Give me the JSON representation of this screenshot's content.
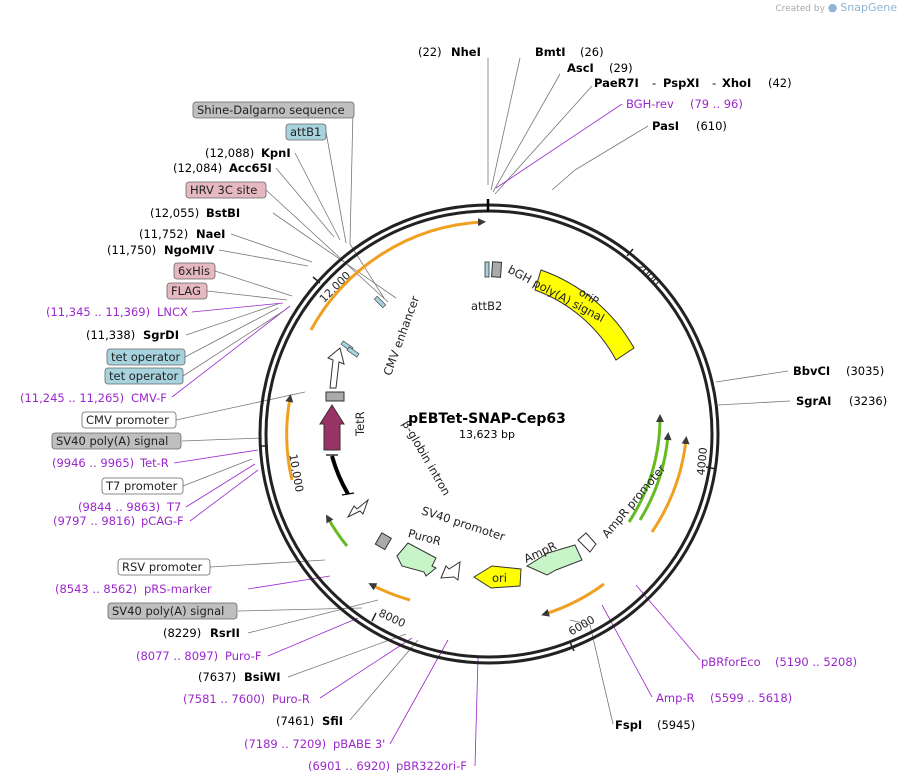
{
  "watermark": {
    "prefix": "Created by",
    "brand": "SnapGene"
  },
  "plasmid": {
    "name": "pEBTet-SNAP-Cep63",
    "size": "13,623 bp"
  },
  "ticks": [
    "2000",
    "4000",
    "6000",
    "8000",
    "10,000",
    "12,000"
  ],
  "sites": [
    {
      "pos": "(22)",
      "name": "NheI"
    },
    {
      "pos": "(26)",
      "name": "BmtI"
    },
    {
      "pos": "(29)",
      "name": "AscI"
    },
    {
      "name": "PaeR7I"
    },
    {
      "name": "PspXI"
    },
    {
      "name": "XhoI",
      "pos": "(42)"
    },
    {
      "name": "BGH-rev",
      "pos": "(79 .. 96)"
    },
    {
      "name": "PasI",
      "pos": "(610)"
    },
    {
      "name": "BbvCI",
      "pos": "(3035)"
    },
    {
      "name": "SgrAI",
      "pos": "(3236)"
    },
    {
      "name": "pBRforEco",
      "pos": "(5190 .. 5208)"
    },
    {
      "name": "Amp-R",
      "pos": "(5599 .. 5618)"
    },
    {
      "name": "FspI",
      "pos": "(5945)"
    },
    {
      "pos": "(6901 .. 6920)",
      "name": "pBR322ori-F"
    },
    {
      "pos": "(7189 .. 7209)",
      "name": "pBABE 3'"
    },
    {
      "pos": "(7461)",
      "name": "SfiI"
    },
    {
      "pos": "(7581 .. 7600)",
      "name": "Puro-R"
    },
    {
      "pos": "(7637)",
      "name": "BsiWI"
    },
    {
      "pos": "(8077 .. 8097)",
      "name": "Puro-F"
    },
    {
      "pos": "(8229)",
      "name": "RsrII"
    },
    {
      "name": "SV40 poly(A) signal"
    },
    {
      "pos": "(8543 .. 8562)",
      "name": "pRS-marker"
    },
    {
      "name": "RSV promoter"
    },
    {
      "pos": "(9797 .. 9816)",
      "name": "pCAG-F"
    },
    {
      "pos": "(9844 .. 9863)",
      "name": "T7"
    },
    {
      "name": "T7 promoter"
    },
    {
      "pos": "(9946 .. 9965)",
      "name": "Tet-R"
    },
    {
      "name": "SV40 poly(A) signal"
    },
    {
      "name": "CMV promoter"
    },
    {
      "pos": "(11,245 .. 11,265)",
      "name": "CMV-F"
    },
    {
      "name": "tet operator"
    },
    {
      "name": "tet operator"
    },
    {
      "pos": "(11,338)",
      "name": "SgrDI"
    },
    {
      "pos": "(11,345 .. 11,369)",
      "name": "LNCX"
    },
    {
      "name": "FLAG"
    },
    {
      "name": "6xHis"
    },
    {
      "pos": "(11,750)",
      "name": "NgoMIV"
    },
    {
      "pos": "(11,752)",
      "name": "NaeI"
    },
    {
      "pos": "(12,055)",
      "name": "BstBI"
    },
    {
      "name": "HRV 3C site"
    },
    {
      "pos": "(12,084)",
      "name": "Acc65I"
    },
    {
      "pos": "(12,088)",
      "name": "KpnI"
    },
    {
      "name": "attB1"
    },
    {
      "name": "Shine-Dalgarno sequence"
    }
  ],
  "features": {
    "oriP": "oriP",
    "bgh": "bGH poly(A) signal",
    "attB2": "attB2",
    "cmvEnhancer": "CMV enhancer",
    "tetR": "TetR",
    "betaGlobin": "β-globin intron",
    "sv40Promoter": "SV40 promoter",
    "puroR": "PuroR",
    "ori": "ori",
    "ampR": "AmpR",
    "ampRPromoter": "AmpR promoter"
  },
  "colors": {
    "enzyme": "#000000",
    "primer": "#9b27cc",
    "oriP": "#ffff00",
    "ori": "#ffff00",
    "resistance": "#c8f5c8",
    "tetR": "#993366",
    "primerArrowOrange": "#f0a020",
    "primerArrowGreen": "#66bb22",
    "boxGray": "#bfbfbf",
    "boxBlue": "#a6d3de",
    "boxPink": "#e6b8c0",
    "boxWhite": "#ffffff"
  }
}
